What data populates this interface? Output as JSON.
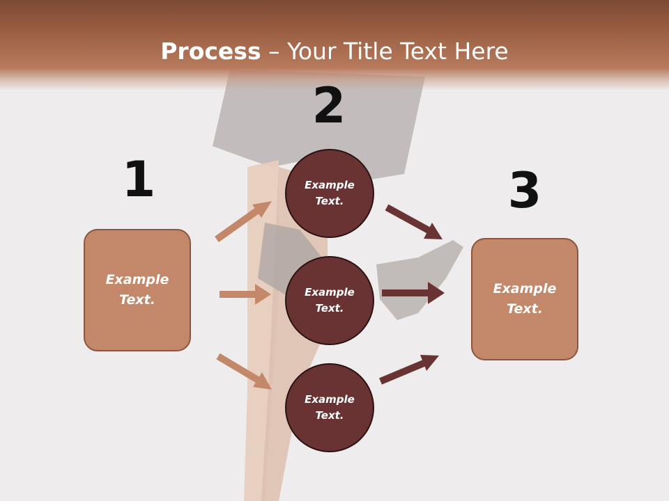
{
  "slide": {
    "title_bold": "Process",
    "title_dash": "–",
    "title_rest": "Your Title Text Here"
  },
  "steps": {
    "one": "1",
    "two": "2",
    "three": "3"
  },
  "nodes": {
    "left_box": "Example Text.",
    "circle_top": "Example Text.",
    "circle_middle": "Example Text.",
    "circle_bottom": "Example Text.",
    "right_box": "Example Text."
  },
  "colors": {
    "header": "#9b5f44",
    "box_fill": "#c3876a",
    "circle_fill": "#6a3333",
    "arrow_light": "#c3876a",
    "arrow_dark": "#6a3333"
  }
}
